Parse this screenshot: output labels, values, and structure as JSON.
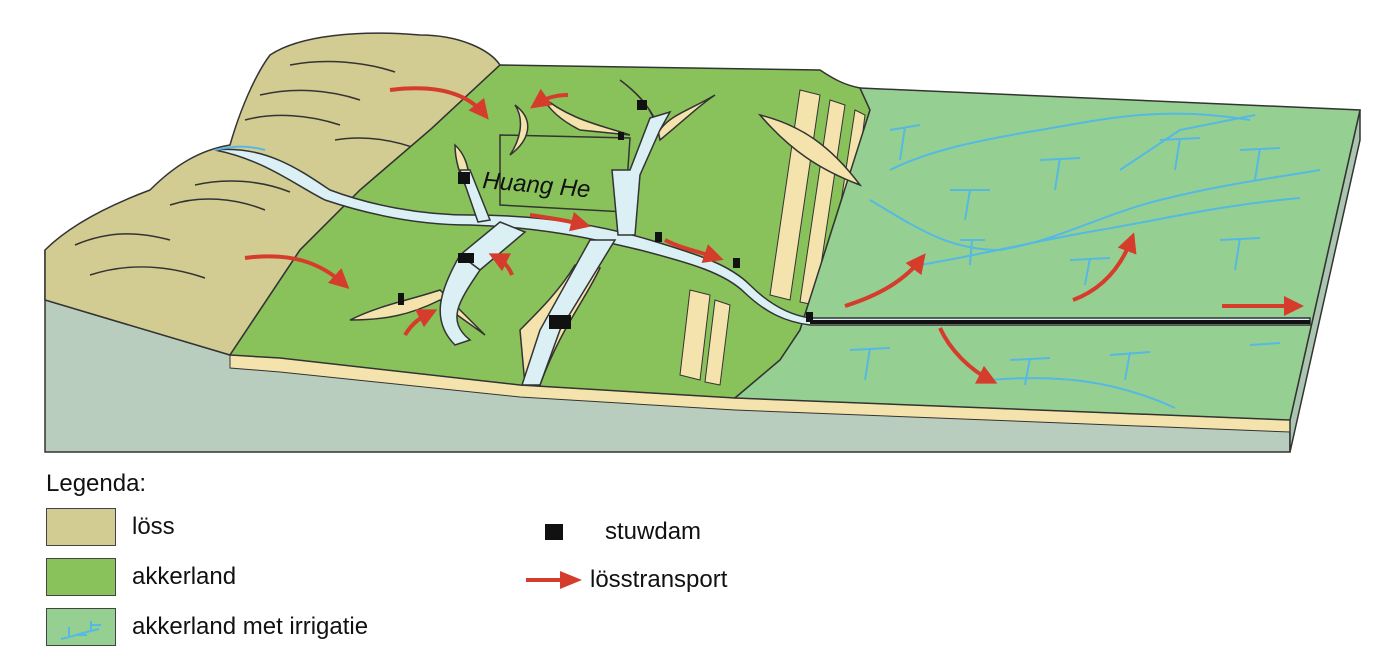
{
  "diagram": {
    "river_label": "Huang He",
    "colors": {
      "loess": "#d2cb92",
      "farmland": "#89c25a",
      "irrigated_farmland": "#96cf92",
      "river": "#daf0f4",
      "irrigation_channel": "#56b9e3",
      "sediment": "#f5e3ad",
      "bedrock": "#b8cdbd",
      "loess_transport_arrow": "#d63c2c",
      "dam": "#111111"
    }
  },
  "legend": {
    "title": "Legenda:",
    "items": [
      {
        "label": "löss",
        "swatch": "loess"
      },
      {
        "label": "akkerland",
        "swatch": "farmland"
      },
      {
        "label": "akkerland met irrigatie",
        "swatch": "irrigated_farmland"
      },
      {
        "label": "stuwdam",
        "swatch": "dam"
      },
      {
        "label": "lösstransport",
        "swatch": "arrow"
      }
    ]
  }
}
